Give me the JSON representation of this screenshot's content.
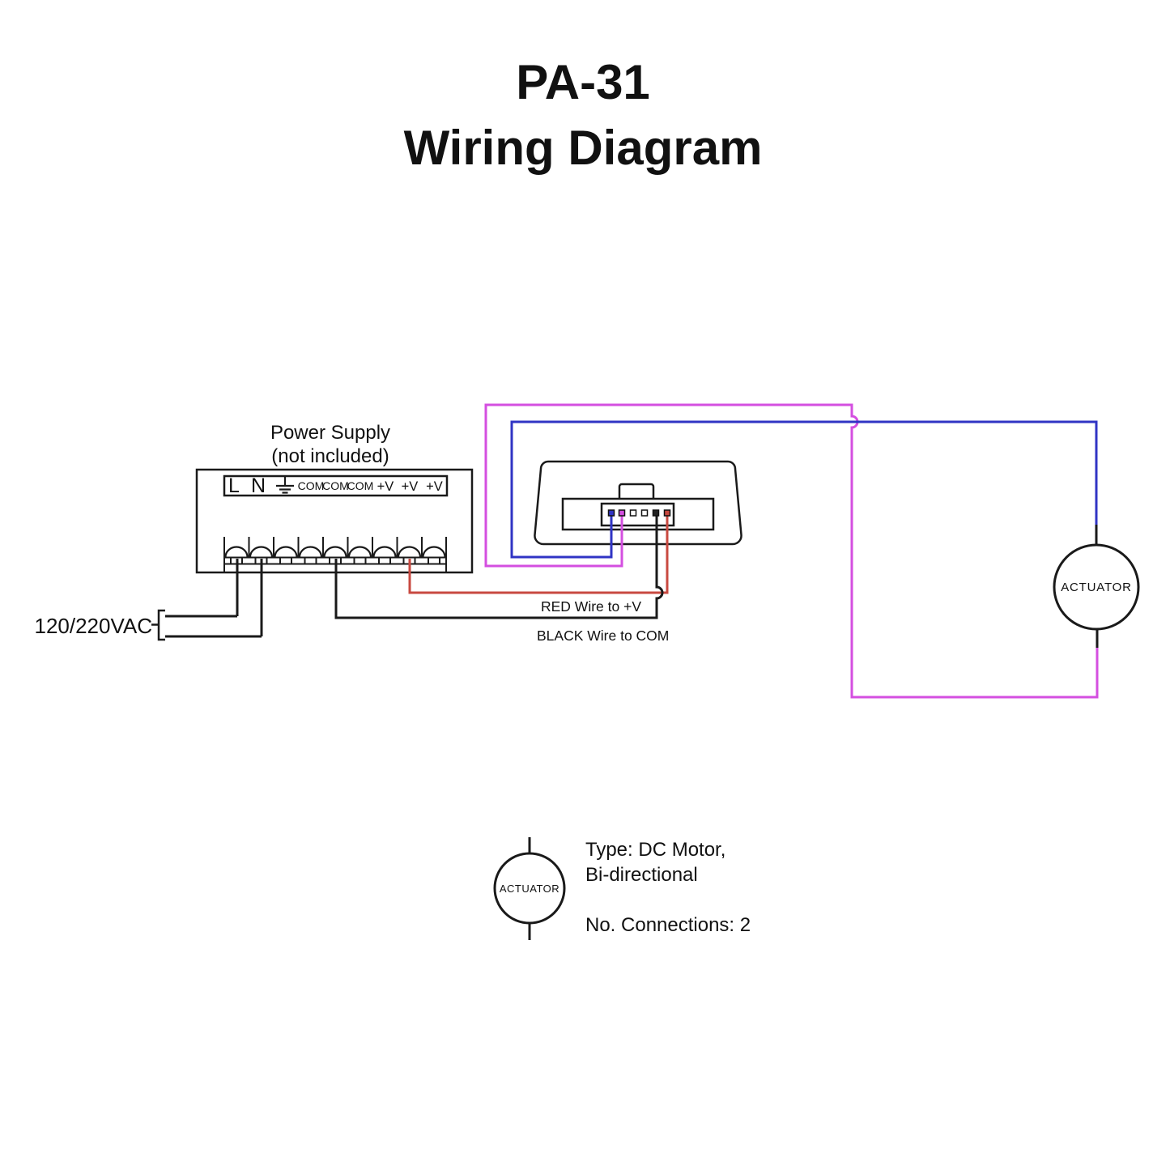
{
  "title": {
    "line1": "PA-31",
    "line2": "Wiring Diagram"
  },
  "power_supply": {
    "caption_line1": "Power Supply",
    "caption_line2": "(not included)",
    "terminal_l": "L",
    "terminal_n": "N",
    "terminal_com1": "COM",
    "terminal_com2": "COM",
    "terminal_com3": "COM",
    "terminal_v1": "+V",
    "terminal_v2": "+V",
    "terminal_v3": "+V"
  },
  "ac_input_label": "120/220VAC",
  "wire_notes": {
    "red": "RED Wire to +V",
    "black": "BLACK Wire to COM"
  },
  "actuator": {
    "label": "ACTUATOR"
  },
  "legend": {
    "symbol_label": "ACTUATOR",
    "type_line1": "Type: DC Motor,",
    "type_line2": "Bi-directional",
    "connections": "No. Connections: 2"
  },
  "colors": {
    "line_black": "#1a1a1a",
    "wire_blue": "#3034c4",
    "wire_magenta": "#d44fe0",
    "wire_red": "#c84940",
    "pin_dark": "#222222",
    "pin_white": "#ffffff"
  }
}
